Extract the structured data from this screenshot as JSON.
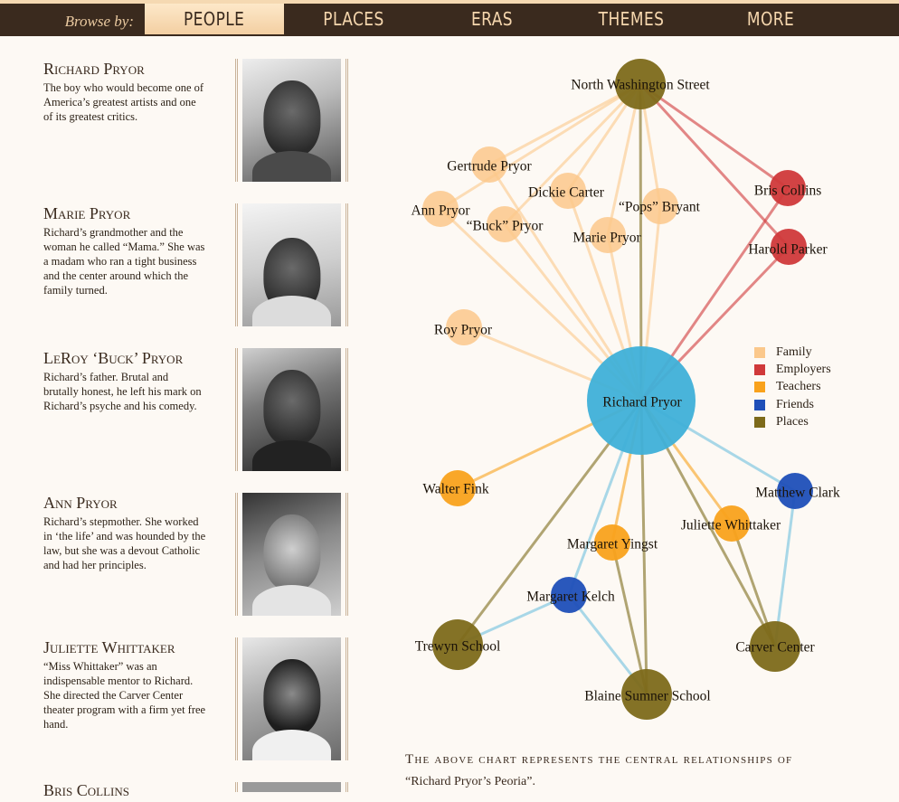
{
  "nav": {
    "browse_label": "Browse by:",
    "tabs": [
      {
        "label": "PEOPLE",
        "active": true
      },
      {
        "label": "PLACES",
        "active": false
      },
      {
        "label": "ERAS",
        "active": false
      },
      {
        "label": "THEMES",
        "active": false
      },
      {
        "label": "MORE",
        "active": false
      }
    ]
  },
  "people": [
    {
      "name": "Richard Pryor",
      "desc": "The boy who would become one of America’s greatest artists and one of its greatest critics."
    },
    {
      "name": "Marie Pryor",
      "desc": "Richard’s grandmother and the woman he called “Mama.” She was a madam who ran a tight business and the center around which the family turned."
    },
    {
      "name": "LeRoy ‘Buck’ Pryor",
      "desc": "Richard’s father. Brutal and brutally honest, he left his mark on Richard’s psyche and his comedy."
    },
    {
      "name": "Ann Pryor",
      "desc": "Richard’s stepmother. She worked in ‘the life’ and was hounded by the law, but she was a devout Catholic and had her principles."
    },
    {
      "name": "Juliette Whittaker",
      "desc": "“Miss Whittaker” was an indispensable mentor to Richard. She directed the Carver Center theater program with a firm yet free hand."
    },
    {
      "name": "Bris Collins",
      "desc": ""
    }
  ],
  "legend": [
    {
      "label": "Family",
      "color": "#fbc88b"
    },
    {
      "label": "Employers",
      "color": "#d0393a"
    },
    {
      "label": "Teachers",
      "color": "#f9a21c"
    },
    {
      "label": "Friends",
      "color": "#1f4fb8"
    },
    {
      "label": "Places",
      "color": "#7d6a1a"
    }
  ],
  "network": {
    "category_colors": {
      "center": "#3fb0d8",
      "family": "#fbc88b",
      "employer": "#d0393a",
      "teacher": "#f9a21c",
      "friend": "#1f4fb8",
      "place": "#7d6a1a"
    },
    "nodes": [
      {
        "id": "richard",
        "label": "Richard Pryor",
        "category": "center"
      },
      {
        "id": "nws",
        "label": "North Washington Street",
        "category": "place"
      },
      {
        "id": "gertrude",
        "label": "Gertrude Pryor",
        "category": "family"
      },
      {
        "id": "ann",
        "label": "Ann Pryor",
        "category": "family"
      },
      {
        "id": "buck",
        "label": "“Buck” Pryor",
        "category": "family"
      },
      {
        "id": "dickie",
        "label": "Dickie Carter",
        "category": "family"
      },
      {
        "id": "pops",
        "label": "“Pops” Bryant",
        "category": "family"
      },
      {
        "id": "marie",
        "label": "Marie Pryor",
        "category": "family"
      },
      {
        "id": "roy",
        "label": "Roy Pryor",
        "category": "family"
      },
      {
        "id": "bris",
        "label": "Bris Collins",
        "category": "employer"
      },
      {
        "id": "harold",
        "label": "Harold Parker",
        "category": "employer"
      },
      {
        "id": "walter",
        "label": "Walter Fink",
        "category": "teacher"
      },
      {
        "id": "matthew",
        "label": "Matthew Clark",
        "category": "friend"
      },
      {
        "id": "juliette",
        "label": "Juliette Whittaker",
        "category": "teacher"
      },
      {
        "id": "margaret_y",
        "label": "Margaret Yingst",
        "category": "teacher"
      },
      {
        "id": "margaret_k",
        "label": "Margaret Kelch",
        "category": "friend"
      },
      {
        "id": "trewyn",
        "label": "Trewyn School",
        "category": "place"
      },
      {
        "id": "carver",
        "label": "Carver Center",
        "category": "place"
      },
      {
        "id": "blaine",
        "label": "Blaine Sumner School",
        "category": "place"
      }
    ],
    "edges": [
      [
        "richard",
        "nws"
      ],
      [
        "richard",
        "gertrude"
      ],
      [
        "richard",
        "ann"
      ],
      [
        "richard",
        "buck"
      ],
      [
        "richard",
        "dickie"
      ],
      [
        "richard",
        "pops"
      ],
      [
        "richard",
        "marie"
      ],
      [
        "richard",
        "roy"
      ],
      [
        "richard",
        "bris"
      ],
      [
        "richard",
        "harold"
      ],
      [
        "richard",
        "walter"
      ],
      [
        "richard",
        "matthew"
      ],
      [
        "richard",
        "juliette"
      ],
      [
        "richard",
        "margaret_y"
      ],
      [
        "richard",
        "margaret_k"
      ],
      [
        "richard",
        "trewyn"
      ],
      [
        "richard",
        "carver"
      ],
      [
        "richard",
        "blaine"
      ],
      [
        "nws",
        "gertrude"
      ],
      [
        "nws",
        "ann"
      ],
      [
        "nws",
        "buck"
      ],
      [
        "nws",
        "dickie"
      ],
      [
        "nws",
        "pops"
      ],
      [
        "nws",
        "marie"
      ],
      [
        "nws",
        "bris"
      ],
      [
        "nws",
        "harold"
      ],
      [
        "margaret_k",
        "trewyn"
      ],
      [
        "margaret_k",
        "blaine"
      ],
      [
        "margaret_y",
        "blaine"
      ],
      [
        "juliette",
        "carver"
      ],
      [
        "matthew",
        "carver"
      ]
    ]
  },
  "caption": {
    "lead": "The above chart represents the central relationships of",
    "title": "“Richard Pryor’s Peoria”."
  }
}
